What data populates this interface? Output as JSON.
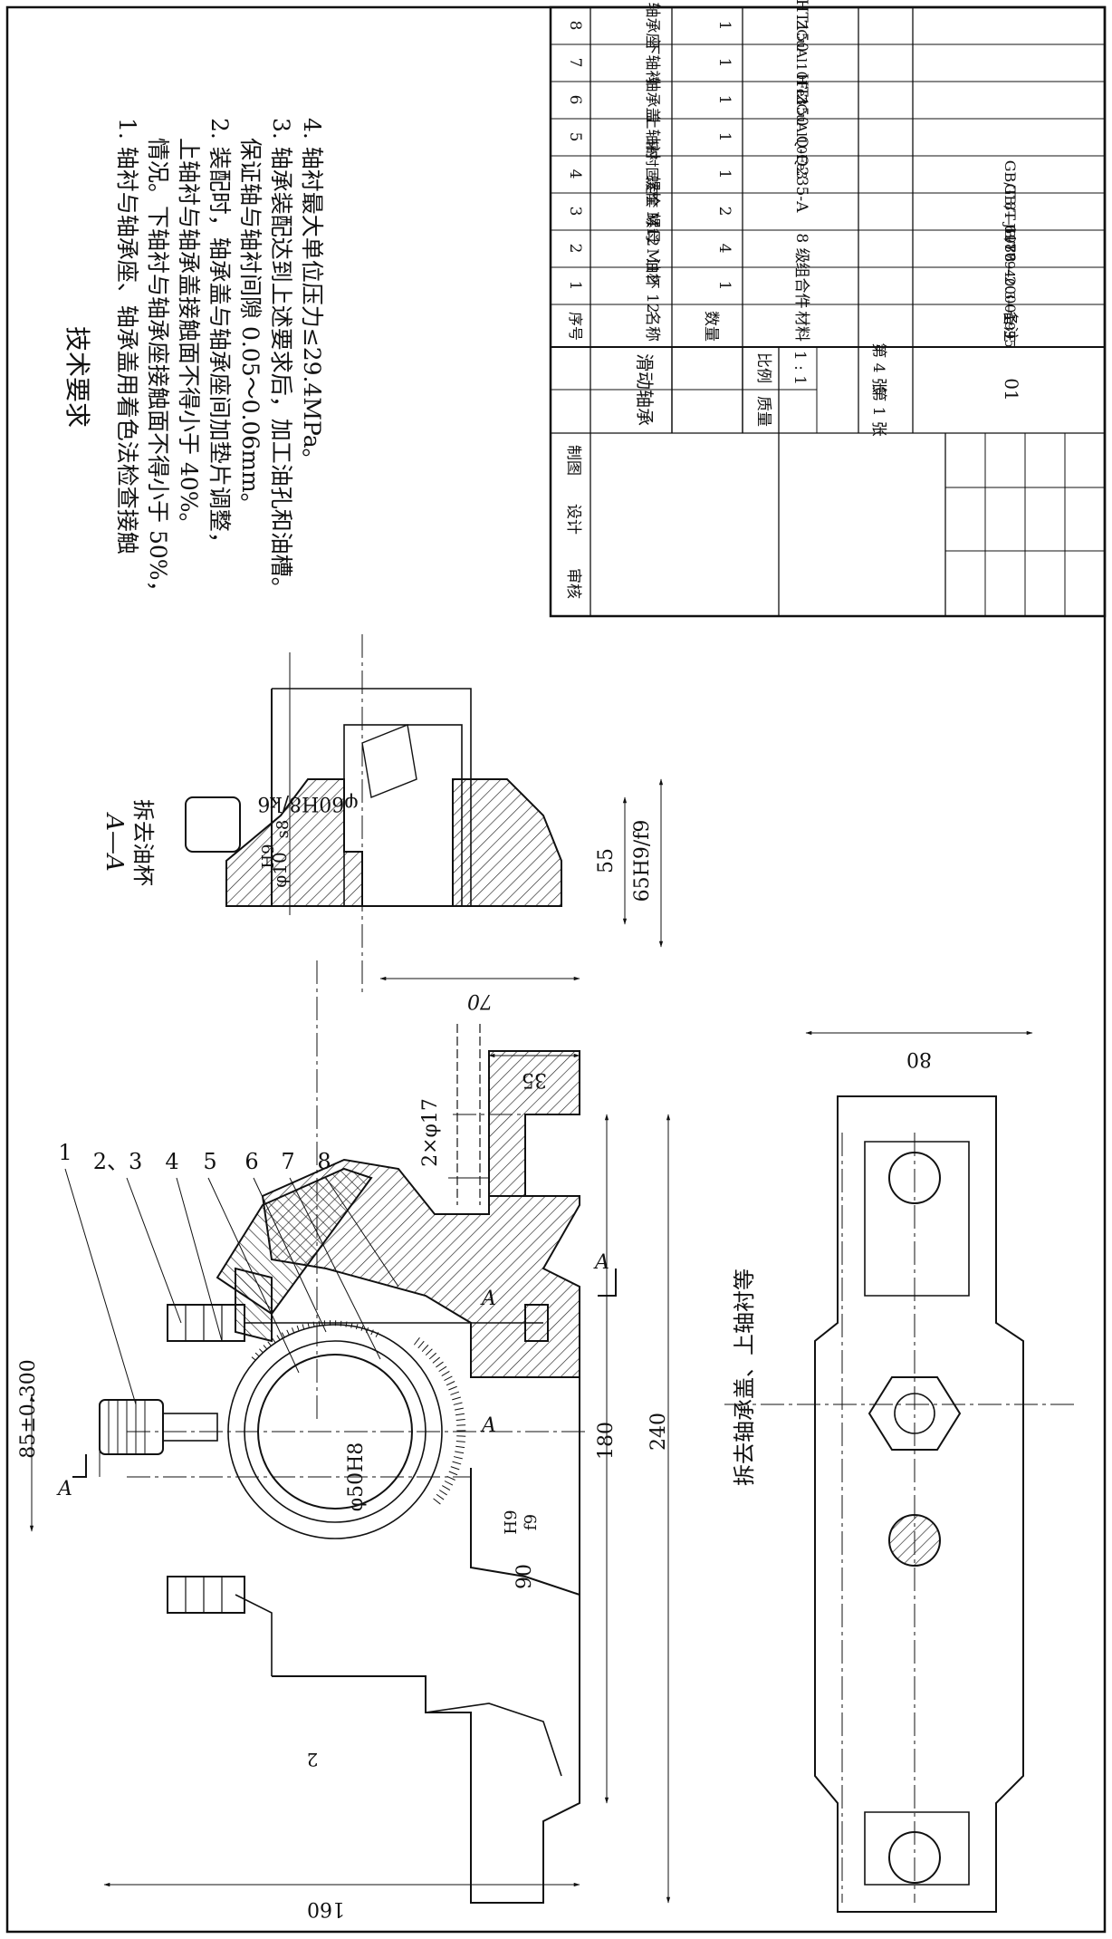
{
  "tech_requirements": {
    "title": "技术要求",
    "items": [
      "1. 轴衬与轴承座、轴承盖用着色法检查接触",
      "情况。下轴衬与轴承座接触面不得小于 50%，",
      "上轴衬与轴承盖接触面不得小于 40%。",
      "2. 装配时，轴承盖与轴承座间加垫片调整，",
      "保证轴与轴衬间隙 0.05～0.06mm。",
      "3. 轴承装配达到上述要求后，加工油孔和油槽。",
      "4. 轴衬最大单位压力≤29.4MPa。"
    ]
  },
  "section_view": {
    "label": "A—A",
    "note": "拆去油杯",
    "dims": {
      "bore": "φ60H8/k6",
      "fit_h9": "H9",
      "fit_s8": "s8",
      "hole": "φ10",
      "d55": "55",
      "d65": "65H9/f9",
      "d70": "70"
    }
  },
  "main_view": {
    "part_numbers": [
      "1",
      "2、3",
      "4",
      "5",
      "6",
      "7",
      "8"
    ],
    "dims": {
      "d85": "85±0.300",
      "d90": "90",
      "d90_fit_top": "H9",
      "d90_fit_bottom": "f9",
      "bore": "φ50H8",
      "d180": "180",
      "d240": "240",
      "d160": "160",
      "d2": "2",
      "d35": "35",
      "holes": "2×φ17"
    },
    "section_marks": [
      "A",
      "A",
      "A",
      "A"
    ]
  },
  "top_view": {
    "note": "拆去轴承盖、上轴衬等",
    "dims": {
      "d80": "80"
    }
  },
  "parts_list": {
    "headers": {
      "no": "序号",
      "name": "名称",
      "qty": "数量",
      "material": "材料",
      "remark": "备注"
    },
    "rows": [
      {
        "no": "8",
        "name": "轴承座",
        "qty": "1",
        "material": "HT150",
        "remark": ""
      },
      {
        "no": "7",
        "name": "下轴衬",
        "qty": "1",
        "material": "ZCuAl10Fe3",
        "remark": ""
      },
      {
        "no": "6",
        "name": "轴承盖",
        "qty": "1",
        "material": "HT150",
        "remark": ""
      },
      {
        "no": "5",
        "name": "上轴衬",
        "qty": "1",
        "material": "ZCuAl10Fe3",
        "remark": ""
      },
      {
        "no": "4",
        "name": "轴衬固定套",
        "qty": "1",
        "material": "Q-Q235-A",
        "remark": ""
      },
      {
        "no": "3",
        "name": "螺栓 M12",
        "qty": "2",
        "material": "",
        "remark": "GB/T 8—1988"
      },
      {
        "no": "2",
        "name": "螺母 M12",
        "qty": "4",
        "material": "8 级",
        "remark": "GB/T 6170—2000"
      },
      {
        "no": "1",
        "name": "油杯 12",
        "qty": "1",
        "material": "组合件",
        "remark": "JB/T7940.3—1995"
      }
    ]
  },
  "title_block": {
    "name": "滑动轴承",
    "scale_label": "比例",
    "scale": "1 : 1",
    "mass_label": "质量",
    "sheets": "第 4 张",
    "sheet": "第 1 张",
    "drawing_no": "01",
    "roles": [
      "制图",
      "设计",
      "审核"
    ]
  }
}
